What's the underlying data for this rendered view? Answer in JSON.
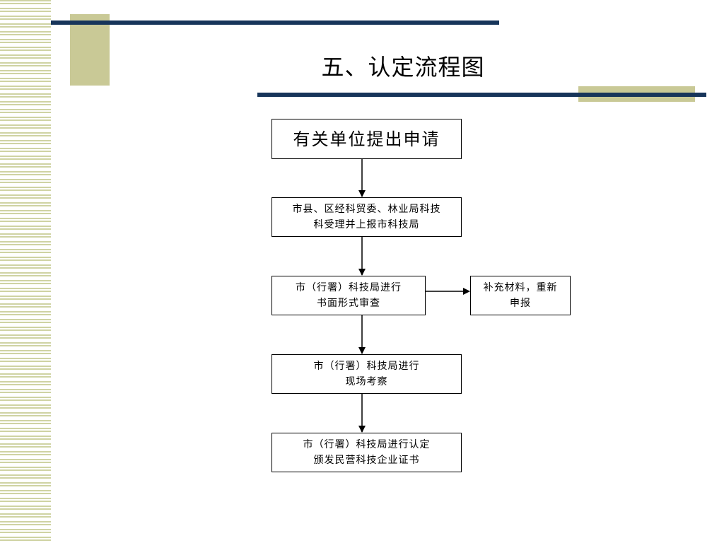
{
  "slide": {
    "title": "五、认定流程图",
    "accent_color": "#c9c996",
    "rule_color": "#17355a",
    "stripe_color": "#cfd3a3"
  },
  "flowchart": {
    "nodes": [
      {
        "id": "apply",
        "lines": [
          "有关单位提出申请"
        ]
      },
      {
        "id": "accept",
        "lines": [
          "市县、区经科贸委、林业局科技",
          "科受理并上报市科技局"
        ]
      },
      {
        "id": "formal-review",
        "lines": [
          "市（行署）科技局进行",
          "书面形式审查"
        ]
      },
      {
        "id": "supplement",
        "lines": [
          "补充材料，重新",
          "申报"
        ]
      },
      {
        "id": "site-inspection",
        "lines": [
          "市（行署）科技局进行",
          "现场考察"
        ]
      },
      {
        "id": "certify",
        "lines": [
          "市（行署）科技局进行认定",
          "颁发民营科技企业证书"
        ]
      }
    ],
    "edges": [
      {
        "from": "apply",
        "to": "accept"
      },
      {
        "from": "accept",
        "to": "formal-review"
      },
      {
        "from": "formal-review",
        "to": "supplement"
      },
      {
        "from": "formal-review",
        "to": "site-inspection"
      },
      {
        "from": "site-inspection",
        "to": "certify"
      }
    ]
  }
}
